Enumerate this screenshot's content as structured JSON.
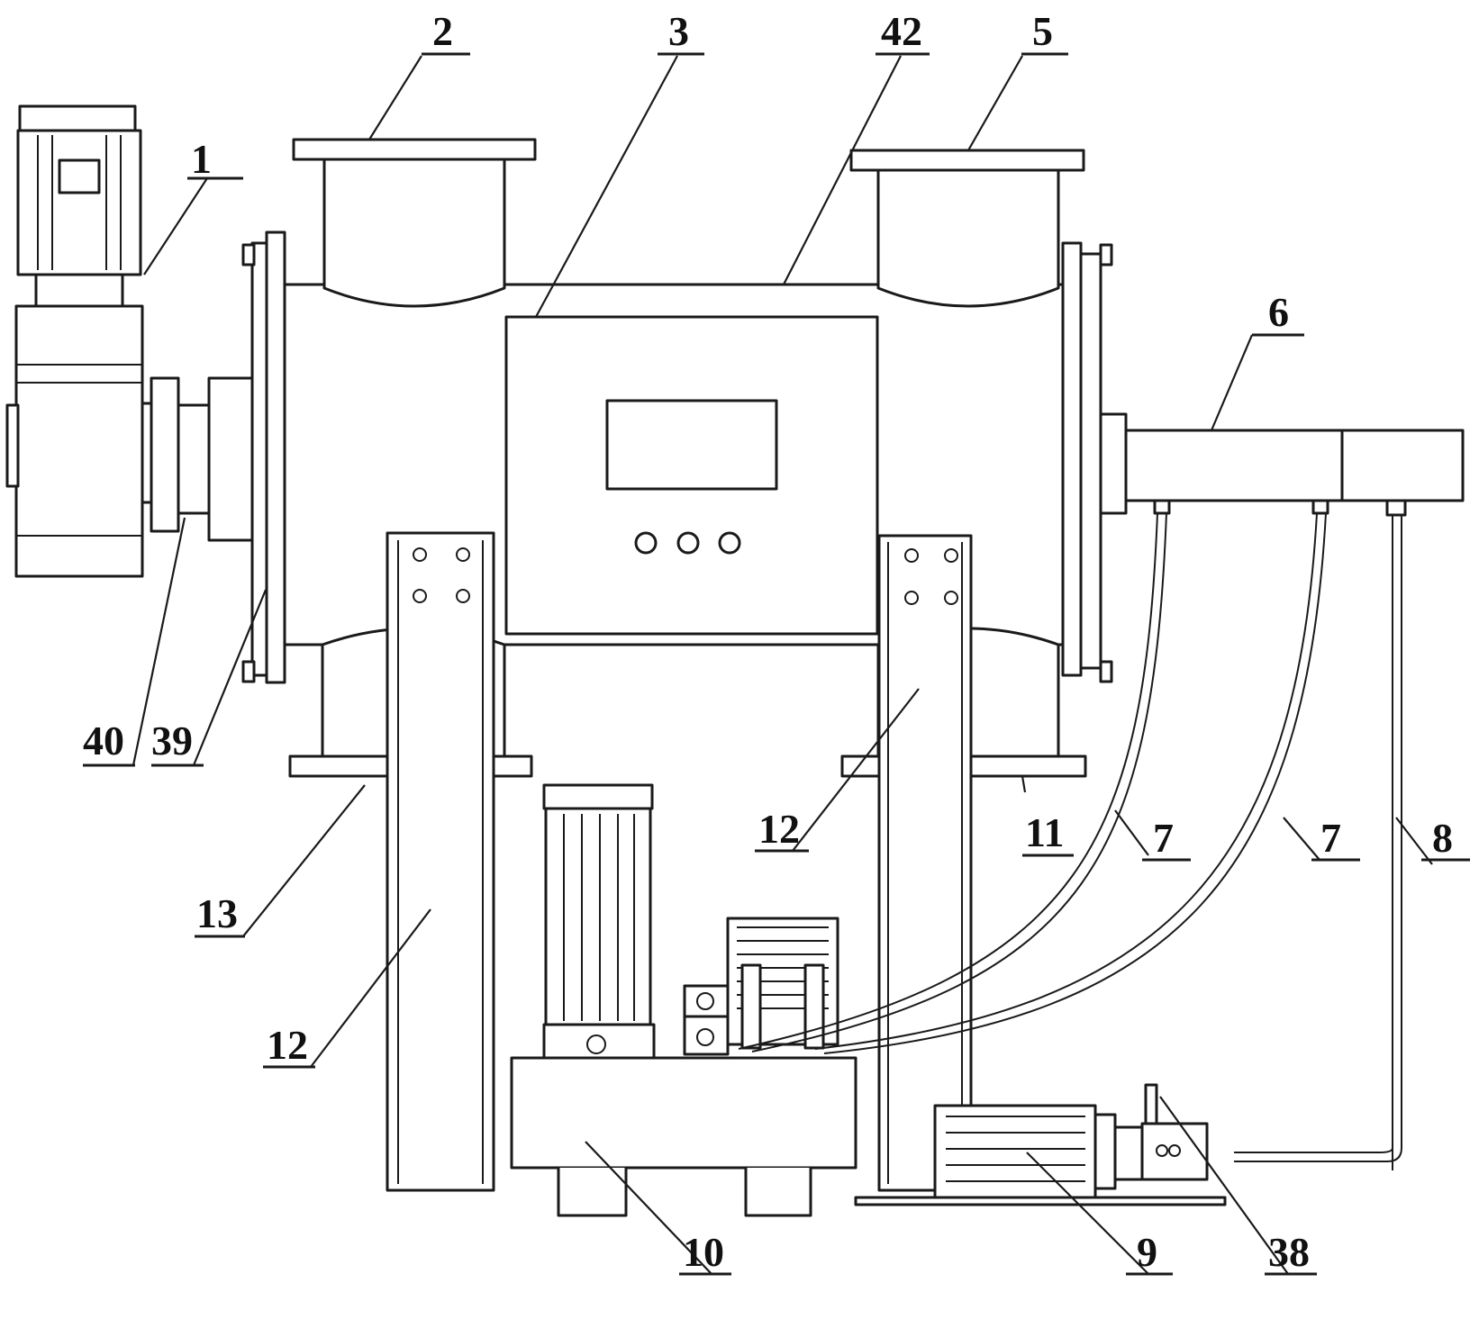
{
  "figure": {
    "labels": {
      "l1": "1",
      "l2": "2",
      "l3": "3",
      "l42": "42",
      "l5": "5",
      "l6": "6",
      "l40": "40",
      "l39": "39",
      "l13": "13",
      "l12_left": "12",
      "l12_right": "12",
      "l11": "11",
      "l7_a": "7",
      "l7_b": "7",
      "l8": "8",
      "l10": "10",
      "l9": "9",
      "l38": "38"
    },
    "colors": {
      "line": "#1a1a1a",
      "background": "#ffffff"
    }
  }
}
